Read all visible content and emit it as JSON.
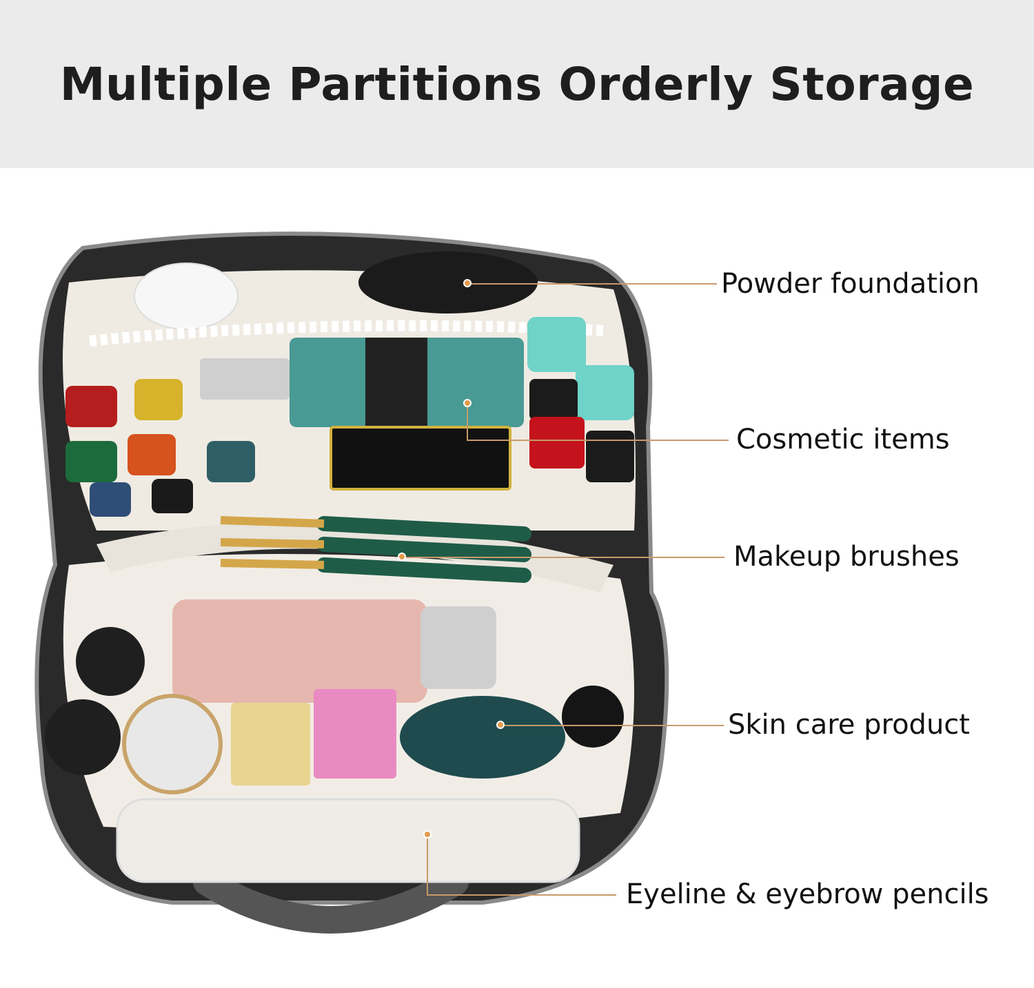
{
  "banner": {
    "title": "Multiple Partitions Orderly Storage"
  },
  "photo": {
    "subject": "open-makeup-bag-icon"
  },
  "callouts": [
    {
      "label": "Powder foundation"
    },
    {
      "label": "Cosmetic items"
    },
    {
      "label": "Makeup brushes"
    },
    {
      "label": "Skin care product"
    },
    {
      "label": "Eyeline & eyebrow pencils"
    }
  ],
  "colors": {
    "banner_bg": "#ebebeb",
    "title_text": "#1e1e1e",
    "leader_line": "#c79a6a",
    "marker_dot": "#e39a4c"
  }
}
